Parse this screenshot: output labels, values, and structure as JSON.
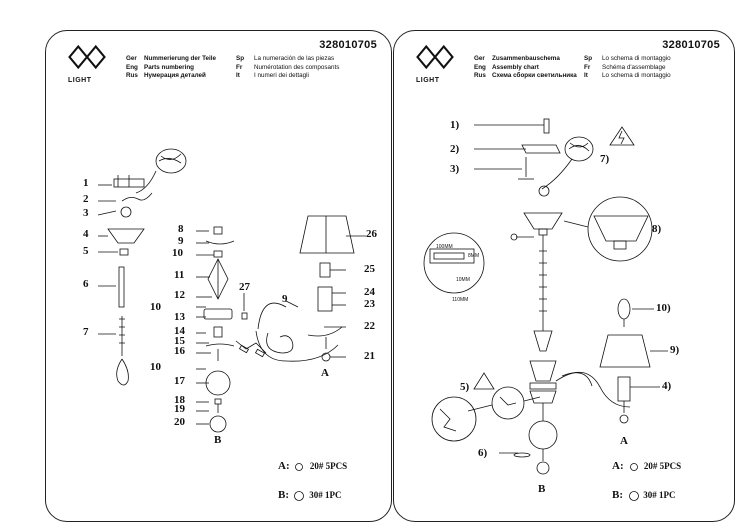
{
  "left_panel": {
    "logo_text": "LIGHT",
    "code": "328010705",
    "header_rows": [
      {
        "k1": "Ger",
        "v1": "Nummerierung der Teile",
        "k2": "Sp",
        "v2": "La numeración de las piezas"
      },
      {
        "k1": "Eng",
        "v1": "Parts numbering",
        "k2": "Fr",
        "v2": "Numérotation des composants"
      },
      {
        "k1": "Rus",
        "v1": "Нумерация деталей",
        "k2": "It",
        "v2": "I numeri dei dettagli"
      }
    ],
    "labels": [
      "1",
      "2",
      "3",
      "4",
      "5",
      "6",
      "7",
      "8",
      "9",
      "10",
      "11",
      "12",
      "10",
      "13",
      "14",
      "15",
      "16",
      "10",
      "17",
      "18",
      "19",
      "20",
      "B",
      "27",
      "9",
      "26",
      "25",
      "24",
      "23",
      "22",
      "21",
      "A"
    ],
    "legend": {
      "a_key": "A:",
      "a_text": "20# 5PCS",
      "b_key": "B:",
      "b_text": "30# 1PC"
    }
  },
  "right_panel": {
    "logo_text": "LIGHT",
    "code": "328010705",
    "header_rows": [
      {
        "k1": "Ger",
        "v1": "Zusammenbauschema",
        "k2": "Sp",
        "v2": "Lo schema di montaggio"
      },
      {
        "k1": "Eng",
        "v1": "Assembly chart",
        "k2": "Fr",
        "v2": "Schéma d'assemblage"
      },
      {
        "k1": "Rus",
        "v1": "Схема сборки светильника",
        "k2": "It",
        "v2": "Lo schema di montaggio"
      }
    ],
    "labels": [
      "1)",
      "2)",
      "3)",
      "7)",
      "8)",
      "10)",
      "9)",
      "4)",
      "5)",
      "6)",
      "A",
      "B"
    ],
    "dims": [
      "100MM",
      "8MM",
      "10MM",
      "110MM"
    ],
    "legend": {
      "a_key": "A:",
      "a_text": "20# 5PCS",
      "b_key": "B:",
      "b_text": "30# 1PC"
    }
  }
}
